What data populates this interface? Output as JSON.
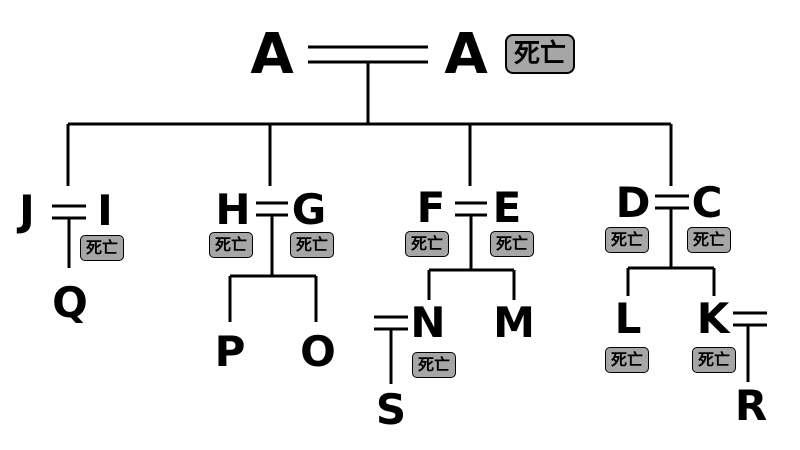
{
  "diagram": {
    "people": {
      "A1": {
        "name": "A"
      },
      "A2": {
        "name": "A",
        "status": "死亡"
      },
      "J": {
        "name": "J"
      },
      "I": {
        "name": "I",
        "status": "死亡"
      },
      "H": {
        "name": "H",
        "status": "死亡"
      },
      "G": {
        "name": "G",
        "status": "死亡"
      },
      "F": {
        "name": "F",
        "status": "死亡"
      },
      "E": {
        "name": "E",
        "status": "死亡"
      },
      "D": {
        "name": "D",
        "status": "死亡"
      },
      "C": {
        "name": "C",
        "status": "死亡"
      },
      "Q": {
        "name": "Q"
      },
      "P": {
        "name": "P"
      },
      "O": {
        "name": "O"
      },
      "N": {
        "name": "N",
        "status": "死亡"
      },
      "M": {
        "name": "M"
      },
      "L": {
        "name": "L",
        "status": "死亡"
      },
      "K": {
        "name": "K",
        "status": "死亡"
      },
      "S": {
        "name": "S"
      },
      "R": {
        "name": "R"
      }
    }
  }
}
